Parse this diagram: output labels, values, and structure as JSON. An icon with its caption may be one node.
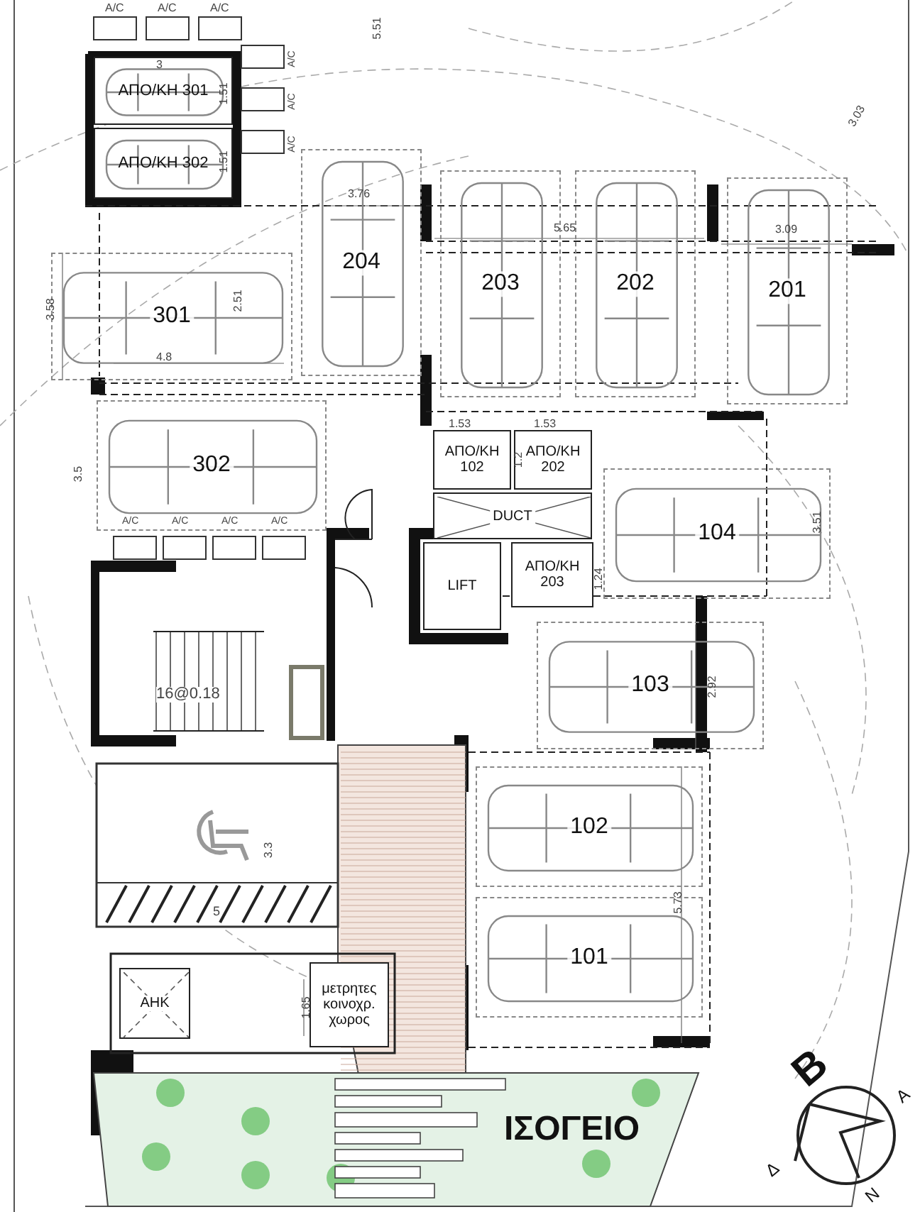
{
  "diagram": {
    "title": "ΙΣΟΓΕΙΟ",
    "nodes": [
      {
        "text": [
          "ΑΠΟ/ΚΗ 301"
        ]
      },
      {
        "text": [
          "ΑΠΟ/ΚΗ 302"
        ]
      },
      {
        "text": [
          "204"
        ]
      },
      {
        "text": [
          "203"
        ]
      },
      {
        "text": [
          "202"
        ]
      },
      {
        "text": [
          "201"
        ]
      },
      {
        "text": [
          "301"
        ]
      },
      {
        "text": [
          "302"
        ]
      },
      {
        "text": [
          "ΑΠΟ/ΚΗ 102"
        ]
      },
      {
        "text": [
          "ΑΠΟ/ΚΗ 202"
        ]
      },
      {
        "text": [
          "DUCT"
        ]
      },
      {
        "text": [
          "104"
        ]
      },
      {
        "text": [
          "LIFT"
        ]
      },
      {
        "text": [
          "ΑΠΟ/ΚΗ 203"
        ]
      },
      {
        "text": [
          "103"
        ]
      },
      {
        "text": [
          "102"
        ]
      },
      {
        "text": [
          "101"
        ]
      },
      {
        "text": [
          "ΑΗΚ"
        ]
      },
      {
        "text": [
          "μετρητες κοινοχρ. χωρος"
        ]
      }
    ],
    "edges": [],
    "labels": [
      "A/C",
      "A/C",
      "A/C",
      "5.51",
      "3",
      "A/C",
      "1.51",
      "A/C",
      "1.51",
      "A/C",
      "3.03",
      "3.76",
      "5.65",
      "3.09",
      "3.58",
      "2.51",
      "4.8",
      "1.53",
      "1.53",
      "3.5",
      "A/C",
      "A/C",
      "A/C",
      "A/C",
      "1.2",
      "3.51",
      "1.24",
      "2.92",
      "16@0.18",
      "3.3",
      "5",
      "1.65",
      "5.73",
      "Β",
      "Α",
      "Δ",
      "Ν"
    ]
  }
}
